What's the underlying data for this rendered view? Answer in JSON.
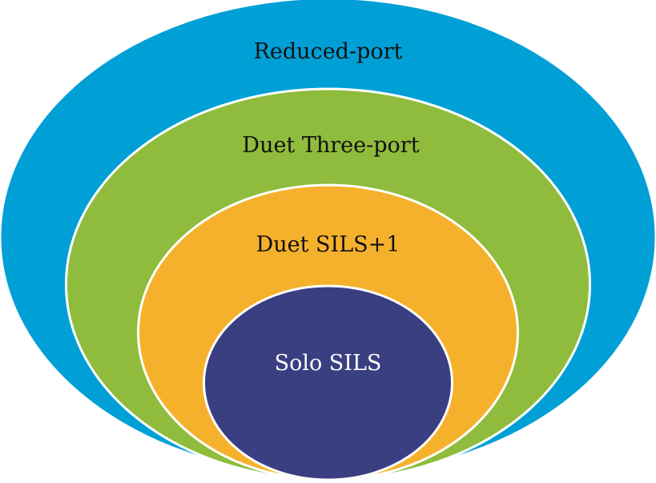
{
  "diagram": {
    "layers": [
      {
        "label": "Reduced-port",
        "color": "#00a0d6",
        "text_color": "#111111"
      },
      {
        "label": "Duet Three-port",
        "color": "#8fbc3c",
        "text_color": "#111111"
      },
      {
        "label": "Duet SILS+1",
        "color": "#f6b12c",
        "text_color": "#111111"
      },
      {
        "label": "Solo SILS",
        "color": "#3a3f82",
        "text_color": "#ffffff"
      }
    ],
    "outline_color": "#ffffff"
  }
}
